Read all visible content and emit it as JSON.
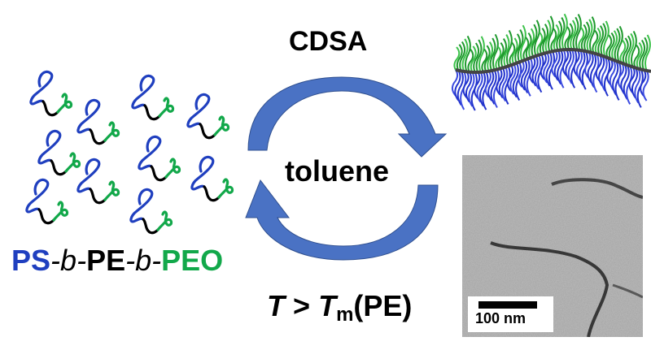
{
  "title": "CDSA",
  "solvent": "toluene",
  "condition": {
    "var": "T",
    "operator": ">",
    "tm_var": "T",
    "tm_sub": "m",
    "tm_arg": "(PE)"
  },
  "polymer": {
    "segments": [
      {
        "text": "PS",
        "style": "bold",
        "color": "#1f3fbf"
      },
      {
        "text": "-",
        "style": "plain",
        "color": "#000000"
      },
      {
        "text": "b",
        "style": "italic",
        "color": "#000000"
      },
      {
        "text": "-",
        "style": "plain",
        "color": "#000000"
      },
      {
        "text": "PE",
        "style": "bold",
        "color": "#000000"
      },
      {
        "text": "-",
        "style": "plain",
        "color": "#000000"
      },
      {
        "text": "b",
        "style": "italic",
        "color": "#000000"
      },
      {
        "text": "-",
        "style": "plain",
        "color": "#000000"
      },
      {
        "text": "PEO",
        "style": "bold",
        "color": "#12a84a"
      }
    ]
  },
  "tem_image": {
    "scale_bar_label": "100 nm"
  },
  "colors": {
    "ps": "#1f3fbf",
    "pe": "#000000",
    "peo": "#12a84a",
    "arrow": "#4a72c4",
    "arrow_dark": "#2f4f8f"
  }
}
